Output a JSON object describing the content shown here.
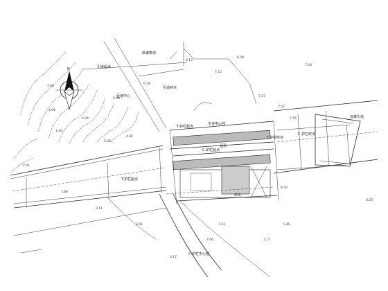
{
  "north": {
    "label": "N"
  },
  "labels": {
    "top_text": "纵坡率测",
    "left_top_text": "引道起点",
    "road_text_mid": "引道终点",
    "right_text": "远离引道",
    "label_a": "匝道中心",
    "label_b": "T.护栏起点",
    "label_c": "主道中心线",
    "label_d": "T.护栏终点",
    "label_e": "桥头",
    "label_f": "T.护栏起点",
    "label_g": "C.护栏起点",
    "label_h": "涵洞",
    "label_i": "C.护栏终点",
    "bottom_label": "C.护栏中心桩"
  },
  "elevations": {
    "e1": "6.28",
    "e2": "7.24",
    "e3": "6.13",
    "e4": "7.15",
    "e5": "7.27",
    "e6": "1.83",
    "e7": "4.06",
    "e8": "5.04",
    "e9": "6.19",
    "e10": "5.46",
    "e11": "7.57",
    "e12": "1.40",
    "e13": "5.26",
    "e14": "4.82",
    "e15": "1.60",
    "e16": "2.11",
    "e17": "3.01",
    "e18": "8.50",
    "e19": "8.23",
    "e20": "7.23",
    "e21": "5.36",
    "e22": "7.06",
    "e23": "7.17",
    "e24": "3.17",
    "e25": "2.41",
    "e26": "7.55"
  }
}
